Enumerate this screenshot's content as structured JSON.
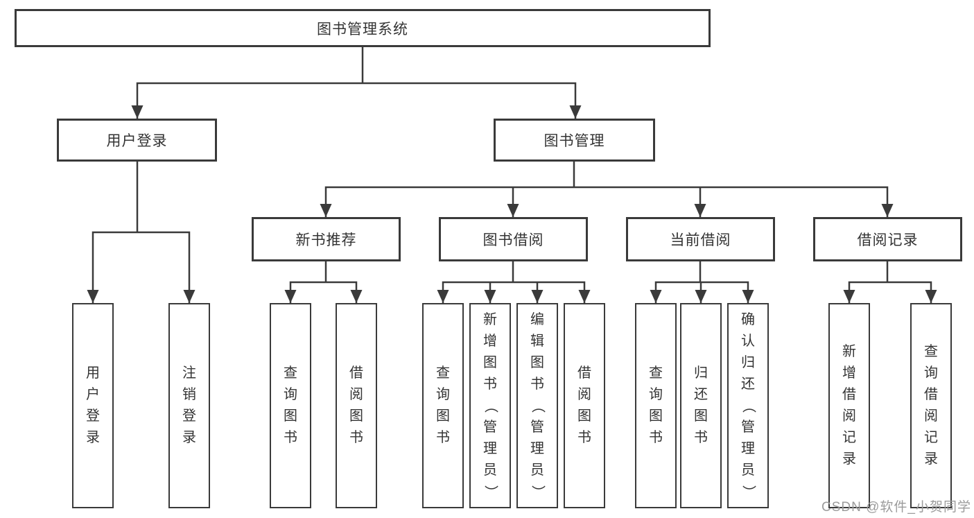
{
  "diagram": {
    "root": {
      "label": "图书管理系统"
    },
    "level2": [
      {
        "id": "user-login",
        "label": "用户登录"
      },
      {
        "id": "book-management",
        "label": "图书管理"
      }
    ],
    "level3": [
      {
        "id": "new-book-recommend",
        "label": "新书推荐",
        "parent": "book-management"
      },
      {
        "id": "book-borrow",
        "label": "图书借阅",
        "parent": "book-management"
      },
      {
        "id": "current-borrow",
        "label": "当前借阅",
        "parent": "book-management"
      },
      {
        "id": "borrow-record",
        "label": "借阅记录",
        "parent": "book-management"
      }
    ],
    "leaves": {
      "user_login": [
        "用户登录",
        "注销登录"
      ],
      "new_book_recommend": [
        "查询图书",
        "借阅图书"
      ],
      "book_borrow": [
        "查询图书",
        "新增图书（管理员）",
        "编辑图书（管理员）",
        "借阅图书"
      ],
      "current_borrow": [
        "查询图书",
        "归还图书",
        "确认归还（管理员）"
      ],
      "borrow_record": [
        "新增借阅记录",
        "查询借阅记录"
      ]
    }
  },
  "watermark": "CSDN @软件_小贺同学",
  "colors": {
    "line": "#3a3a3a",
    "text": "#333333",
    "watermark": "#9b9b9b",
    "background": "#ffffff"
  }
}
